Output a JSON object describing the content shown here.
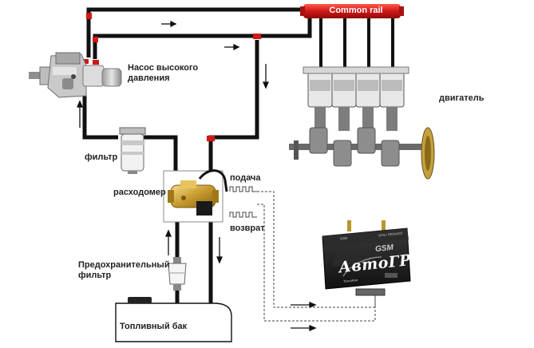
{
  "labels": {
    "common_rail": "Common rail",
    "pump": [
      "Насос высокого",
      "давления"
    ],
    "engine": "двигатель",
    "filter": "фильтр",
    "flowmeter": "расходомер",
    "supply": "подача",
    "return": "возврат",
    "pre_filter": [
      "Предохранительный",
      "фильтр"
    ],
    "tank": "Топливный бак"
  },
  "device": {
    "brand": "АвтоГРАФ",
    "subbrand": "GSM",
    "vendor": "ТехноКом",
    "port_left": "GSM",
    "port_right": "GPS / ГЛОНАСС"
  },
  "colors": {
    "pipe": "#111111",
    "rail": "#d01818",
    "arrow": "#111111",
    "signal": "#444444",
    "device_body": "#1b1b1b"
  }
}
